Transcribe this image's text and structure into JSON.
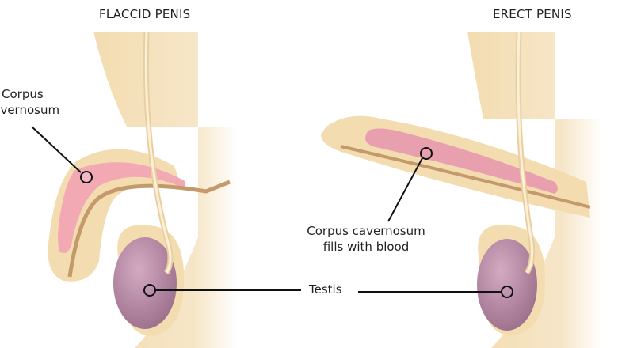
{
  "titles": {
    "flaccid": "FLACCID PENIS",
    "erect": "ERECT PENIS"
  },
  "labels": {
    "corpus_line1": "Corpus",
    "corpus_line2": "cavernosum",
    "fills_line1": "Corpus cavernosum",
    "fills_line2": "fills with blood",
    "testis": "Testis"
  },
  "colors": {
    "skin": "#f3dcb0",
    "corpus": "#f2a9b4",
    "testis": "#b98aa6",
    "urethra": "#c49a6c"
  }
}
